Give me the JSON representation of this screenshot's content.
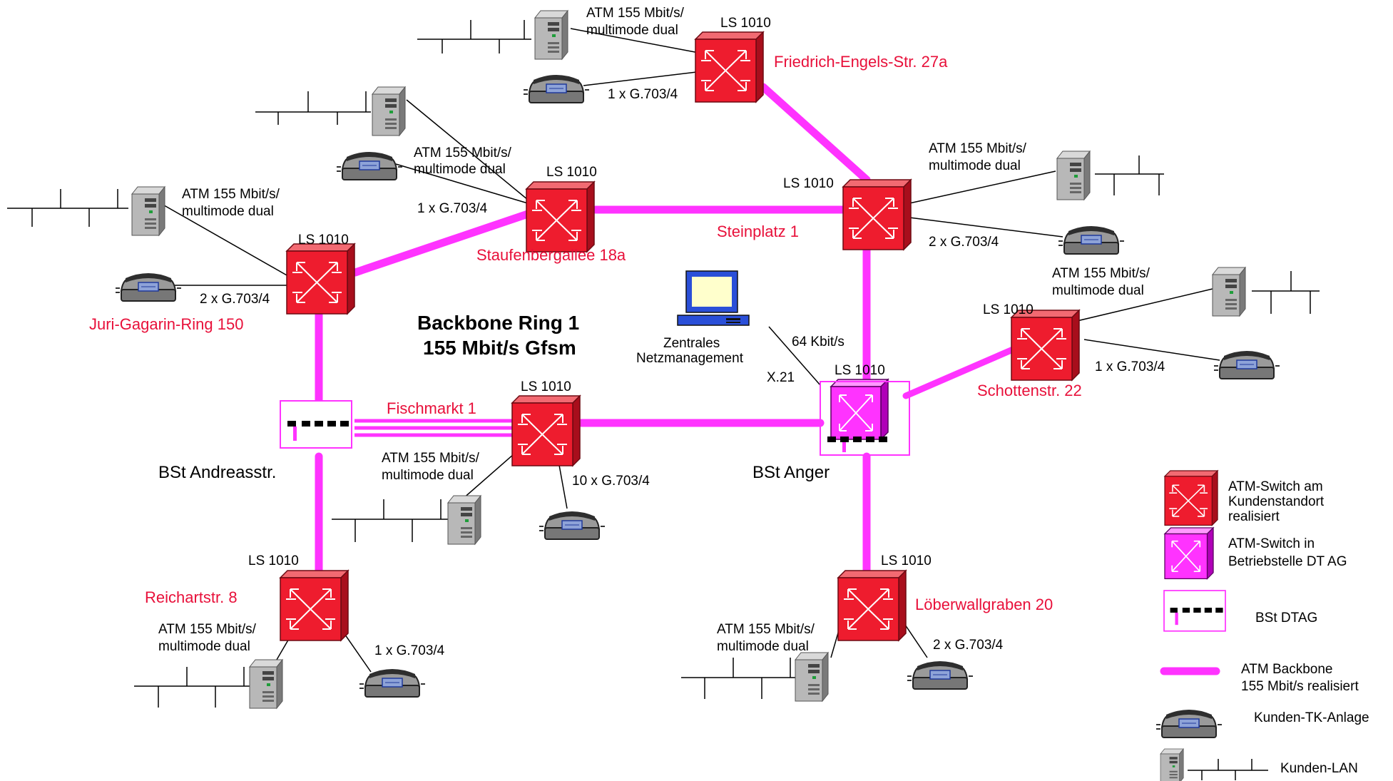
{
  "title": {
    "line1": "Backbone Ring 1",
    "line2": "155 Mbit/s Gfsm"
  },
  "switch_model": "LS 1010",
  "link": {
    "atm_line1": "ATM 155 Mbit/s/",
    "atm_line2": "multimode dual",
    "g703_1": "1 x G.703/4",
    "g703_2": "2 x G.703/4",
    "g703_10": "10 x G.703/4"
  },
  "sites": {
    "friedrich": "Friedrich-Engels-Str. 27a",
    "staufenberg": "Staufenbergallee 18a",
    "steinplatz": "Steinplatz 1",
    "juri": "Juri-Gagarin-Ring 150",
    "fischmarkt": "Fischmarkt 1",
    "schotten": "Schottenstr. 22",
    "reichart": "Reichartstr. 8",
    "loeberwall": "Löberwallgraben 20",
    "bst_andreas": "BSt Andreasstr.",
    "bst_anger": "BSt Anger"
  },
  "nms": {
    "line1": "Zentrales",
    "line2": "Netzmanagement",
    "speed": "64 Kbit/s",
    "iface": "X.21"
  },
  "legend": {
    "switch_customer": [
      "ATM-Switch am",
      "Kundenstandort",
      "realisiert"
    ],
    "switch_dt": [
      "ATM-Switch in",
      "Betriebstelle DT AG"
    ],
    "bst": "BSt DTAG",
    "backbone": [
      "ATM Backbone",
      "155 Mbit/s realisiert"
    ],
    "tk": "Kunden-TK-Anlage",
    "lan": "Kunden-LAN"
  },
  "colors": {
    "switch_customer": "#ee1c2e",
    "switch_dt": "#ff33ff",
    "backbone": "#ff33ff",
    "site_label": "#e8103a"
  },
  "icons": [
    "atm-switch-icon",
    "server-icon",
    "telephone-icon",
    "lan-bus-icon",
    "computer-icon",
    "bst-box-icon"
  ]
}
